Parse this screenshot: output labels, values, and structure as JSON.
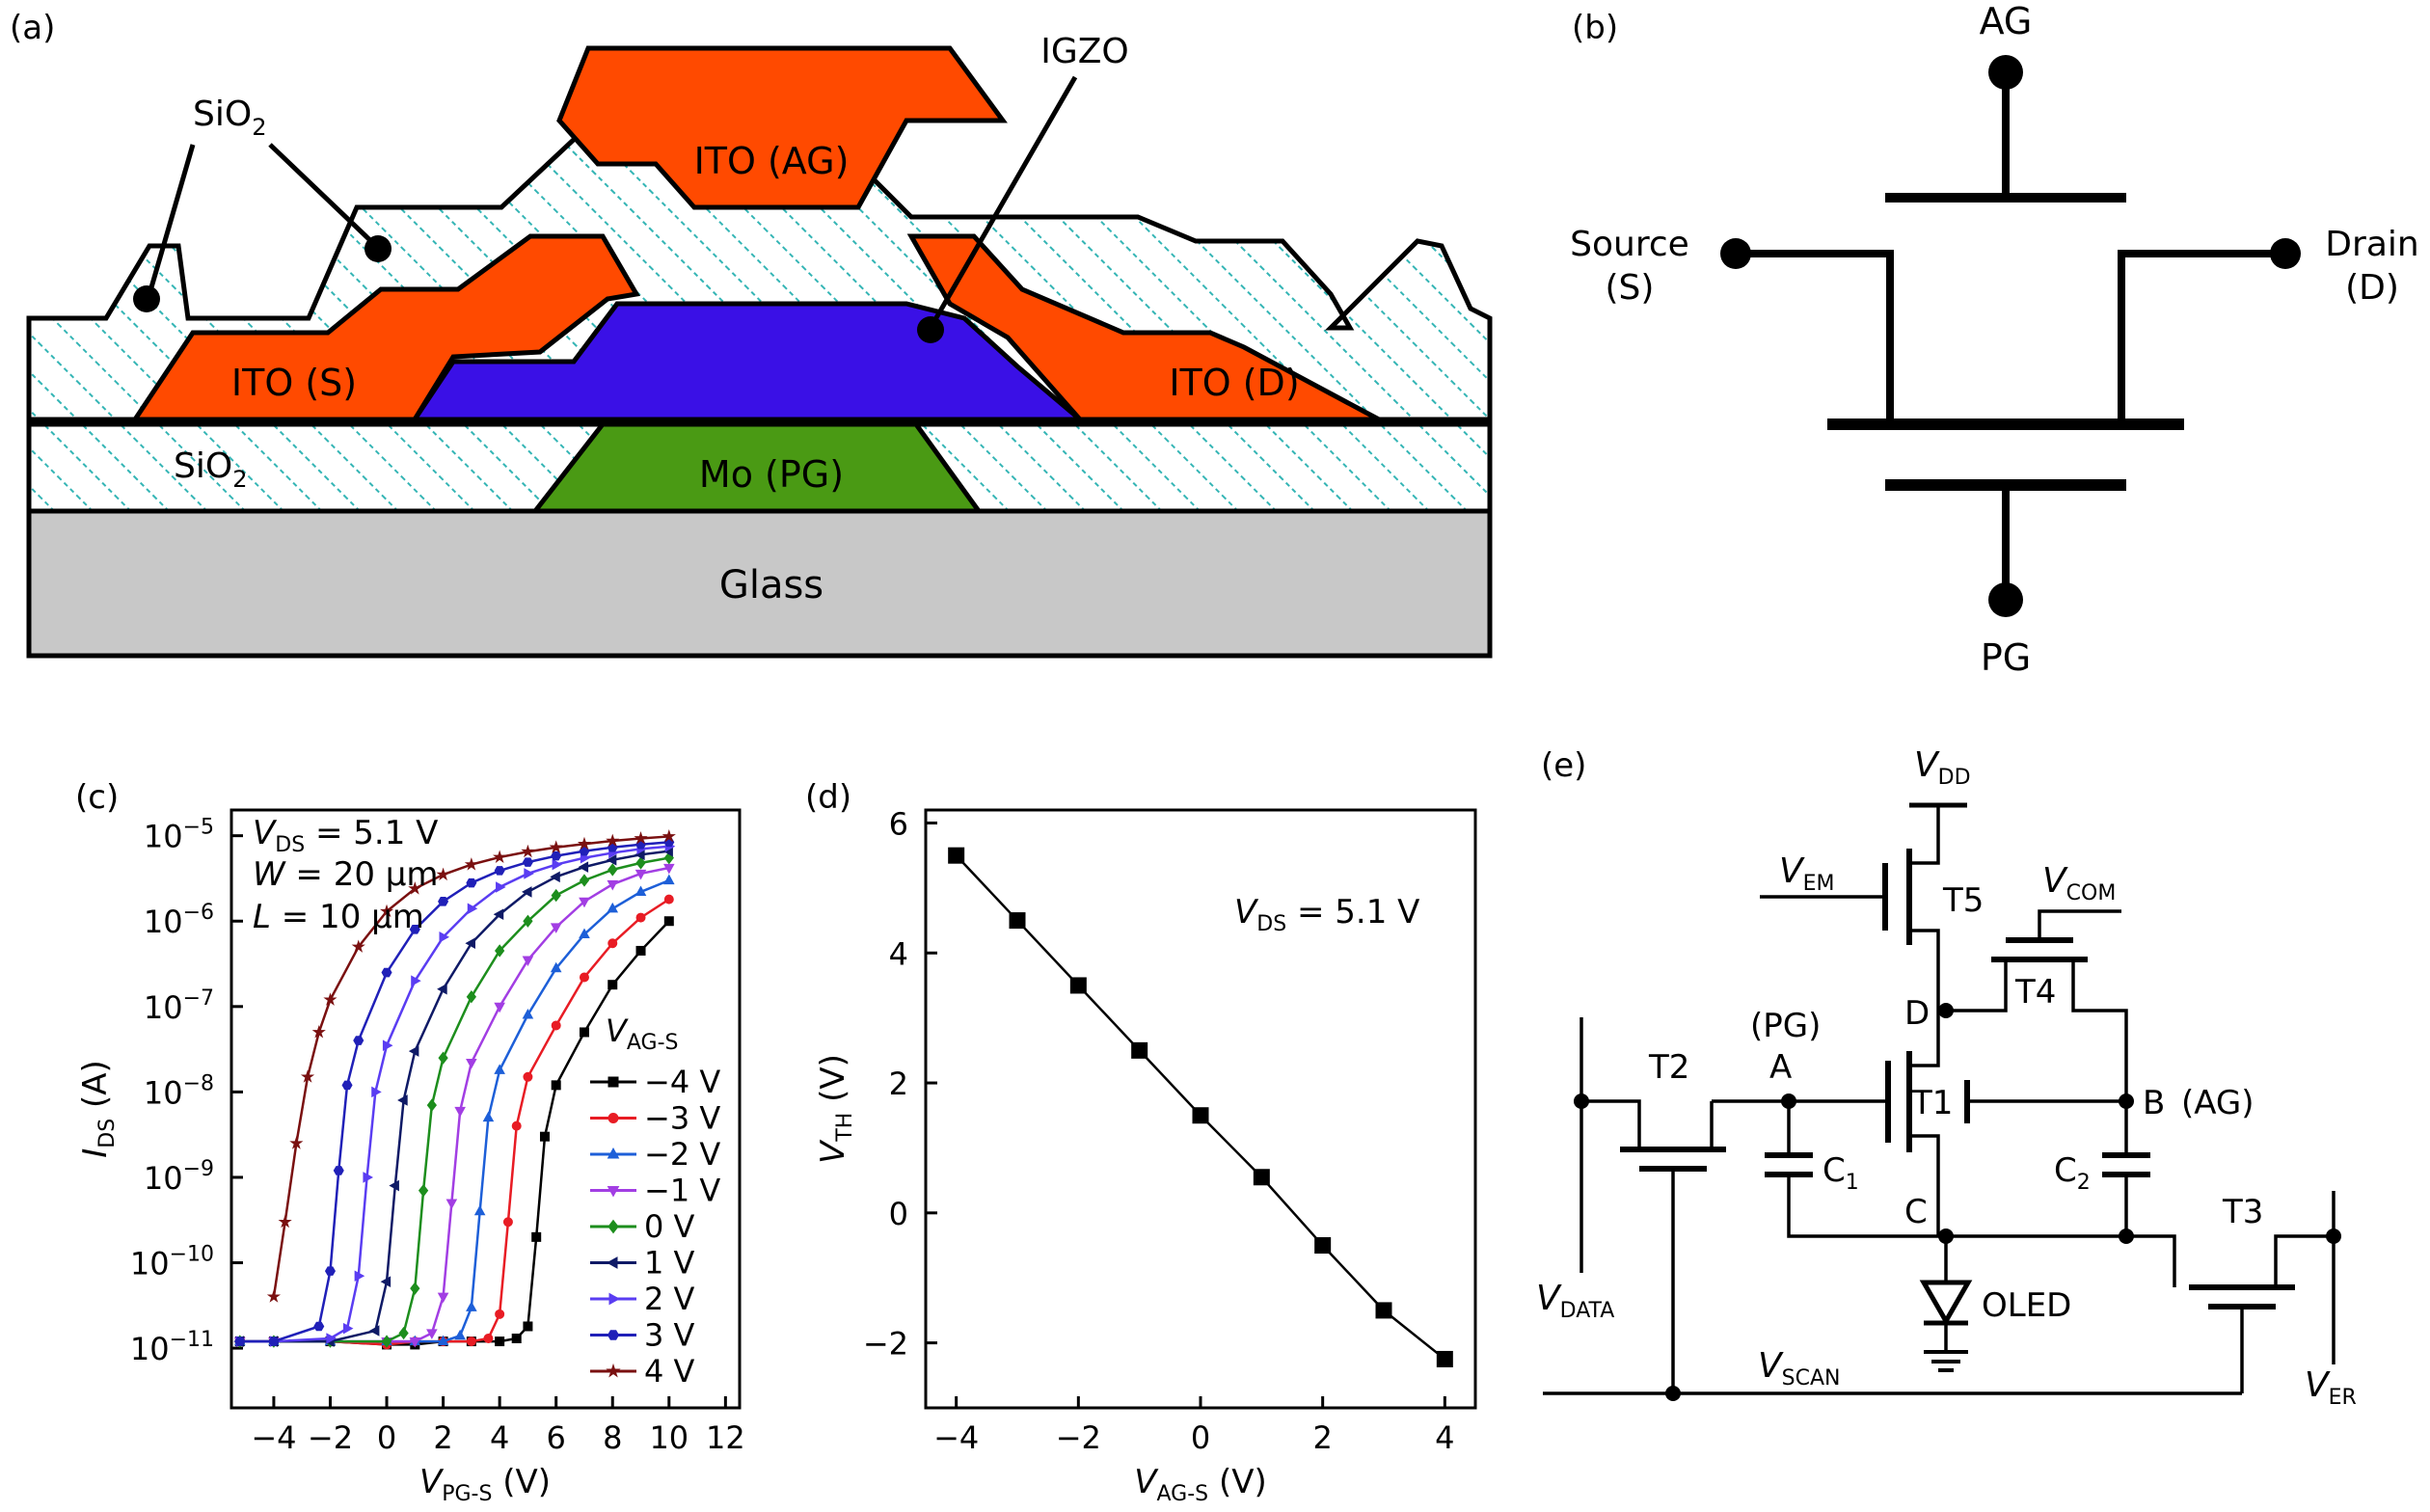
{
  "panels": {
    "a": {
      "label": "(a)",
      "glass": "Glass",
      "mo": "Mo (PG)",
      "ito_s": "ITO (S)",
      "ito_d": "ITO (D)",
      "ito_ag": "ITO (AG)",
      "igzo": "IGZO",
      "sio2_top": "SiO",
      "sio2_bottom": "SiO",
      "sub2": "2"
    },
    "b": {
      "label": "(b)",
      "ag": "AG",
      "pg": "PG",
      "source": "Source",
      "source_abbr": "(S)",
      "drain": "Drain",
      "drain_abbr": "(D)"
    },
    "c": {
      "label": "(c)",
      "xlabel_main": "V",
      "xlabel_sub": "PG-S",
      "xlabel_unit": " (V)",
      "ylabel_main": "I",
      "ylabel_sub": "DS",
      "ylabel_unit": " (A)",
      "legend_title_main": "V",
      "legend_title_sub": "AG-S",
      "cond_vds_main": "V",
      "cond_vds_sub": "DS",
      "cond_vds_val": " = 5.1 V",
      "cond_w_main": "W",
      "cond_w_val": " = 20 μm",
      "cond_l_main": "L",
      "cond_l_val": " = 10 μm"
    },
    "d": {
      "label": "(d)",
      "xlabel_main": "V",
      "xlabel_sub": "AG-S",
      "xlabel_unit": " (V)",
      "ylabel_main": "V",
      "ylabel_sub": "TH",
      "ylabel_unit": " (V)",
      "anno_main": "V",
      "anno_sub": "DS",
      "anno_val": " = 5.1 V"
    },
    "e": {
      "label": "(e)",
      "vdd": "V",
      "vdd_sub": "DD",
      "vem": "V",
      "vem_sub": "EM",
      "vcom": "V",
      "vcom_sub": "COM",
      "vdata": "V",
      "vdata_sub": "DATA",
      "vscan": "V",
      "vscan_sub": "SCAN",
      "ver": "V",
      "ver_sub": "ER",
      "t1": "T1",
      "t2": "T2",
      "t3": "T3",
      "t4": "T4",
      "t5": "T5",
      "node_a": "A",
      "node_b": "B",
      "node_c": "C",
      "node_d": "D",
      "pg_tag": "(PG)",
      "ag_tag": "(AG)",
      "c1": "C",
      "c1_sub": "1",
      "c2": "C",
      "c2_sub": "2",
      "oled": "OLED"
    }
  },
  "colors": {
    "ito": "#ff4a00",
    "igzo": "#3a10e6",
    "mo": "#4a9a14",
    "glass": "#c8c8c8",
    "hatch": "#34b5b5",
    "tag": "#2bc6d6"
  },
  "chart_data": [
    {
      "panel": "c",
      "type": "line",
      "y_scale": "log",
      "xlim": [
        -5.5,
        12.5
      ],
      "ylim": [
        2e-12,
        2e-05
      ],
      "x_ticks": [
        -4,
        -2,
        0,
        2,
        4,
        6,
        8,
        10,
        12
      ],
      "y_ticks": [
        {
          "value": 1e-11,
          "label": "10",
          "exp": "−11"
        },
        {
          "value": 1e-10,
          "label": "10",
          "exp": "−10"
        },
        {
          "value": 1e-09,
          "label": "10",
          "exp": "−9"
        },
        {
          "value": 1e-08,
          "label": "10",
          "exp": "−8"
        },
        {
          "value": 1e-07,
          "label": "10",
          "exp": "−7"
        },
        {
          "value": 1e-06,
          "label": "10",
          "exp": "−6"
        },
        {
          "value": 1e-05,
          "label": "10",
          "exp": "−5"
        }
      ],
      "legend_position": "right-middle",
      "series": [
        {
          "name": "−4 V",
          "color": "#000000",
          "marker": "square",
          "x": [
            -5.2,
            -4,
            -2,
            0,
            1,
            2,
            3,
            4,
            4.6,
            5.0,
            5.3,
            5.6,
            6,
            7,
            8,
            9,
            10
          ],
          "y": [
            1.2e-11,
            1.2e-11,
            1.2e-11,
            1.1e-11,
            1.1e-11,
            1.2e-11,
            1.2e-11,
            1.2e-11,
            1.3e-11,
            1.8e-11,
            2e-10,
            3e-09,
            1.2e-08,
            5e-08,
            1.8e-07,
            4.5e-07,
            1e-06
          ]
        },
        {
          "name": "−3 V",
          "color": "#e81c24",
          "marker": "circle",
          "x": [
            -5.2,
            -4,
            -2,
            0,
            1,
            2,
            3,
            3.6,
            4.0,
            4.3,
            4.6,
            5,
            6,
            7,
            8,
            9,
            10
          ],
          "y": [
            1.2e-11,
            1.2e-11,
            1.2e-11,
            1.1e-11,
            1.2e-11,
            1.2e-11,
            1.2e-11,
            1.3e-11,
            2.5e-11,
            3e-10,
            4e-09,
            1.5e-08,
            6e-08,
            2.2e-07,
            5.5e-07,
            1.1e-06,
            1.8e-06
          ]
        },
        {
          "name": "−2 V",
          "color": "#1d5fd8",
          "marker": "triangle",
          "x": [
            -5.2,
            -4,
            -2,
            0,
            1,
            2,
            2.6,
            3.0,
            3.3,
            3.6,
            4,
            5,
            6,
            7,
            8,
            9,
            10
          ],
          "y": [
            1.2e-11,
            1.2e-11,
            1.2e-11,
            1.2e-11,
            1.2e-11,
            1.2e-11,
            1.4e-11,
            3e-11,
            4e-10,
            5e-09,
            1.8e-08,
            8e-08,
            2.8e-07,
            7e-07,
            1.4e-06,
            2.2e-06,
            3e-06
          ]
        },
        {
          "name": "−1 V",
          "color": "#a23ee3",
          "marker": "triangle-down",
          "x": [
            -5.2,
            -4,
            -2,
            0,
            1,
            1.6,
            2.0,
            2.3,
            2.6,
            3,
            4,
            5,
            6,
            7,
            8,
            9,
            10
          ],
          "y": [
            1.2e-11,
            1.2e-11,
            1.2e-11,
            1.2e-11,
            1.2e-11,
            1.5e-11,
            4e-11,
            5e-10,
            6e-09,
            2.2e-08,
            1e-07,
            3.5e-07,
            8.5e-07,
            1.7e-06,
            2.7e-06,
            3.6e-06,
            4.2e-06
          ]
        },
        {
          "name": "0 V",
          "color": "#1d8e1d",
          "marker": "diamond",
          "x": [
            -5.2,
            -4,
            -2,
            0,
            0.6,
            1.0,
            1.3,
            1.6,
            2,
            3,
            4,
            5,
            6,
            7,
            8,
            9,
            10
          ],
          "y": [
            1.2e-11,
            1.2e-11,
            1.2e-11,
            1.2e-11,
            1.5e-11,
            5e-11,
            7e-10,
            7e-09,
            2.5e-08,
            1.3e-07,
            4.5e-07,
            1e-06,
            2e-06,
            3e-06,
            4e-06,
            4.8e-06,
            5.5e-06
          ]
        },
        {
          "name": "1 V",
          "color": "#0f1a66",
          "marker": "triangle-left",
          "x": [
            -5.2,
            -4,
            -2,
            -0.4,
            0,
            0.3,
            0.6,
            1,
            2,
            3,
            4,
            5,
            6,
            7,
            8,
            9,
            10
          ],
          "y": [
            1.2e-11,
            1.2e-11,
            1.2e-11,
            1.6e-11,
            6e-11,
            8e-10,
            8e-09,
            3e-08,
            1.6e-07,
            5.5e-07,
            1.2e-06,
            2.2e-06,
            3.3e-06,
            4.3e-06,
            5.2e-06,
            6e-06,
            6.6e-06
          ]
        },
        {
          "name": "2 V",
          "color": "#5a3df2",
          "marker": "triangle-right",
          "x": [
            -5.2,
            -4,
            -2,
            -1.4,
            -1.0,
            -0.7,
            -0.4,
            0,
            1,
            2,
            3,
            4,
            5,
            6,
            7,
            8,
            9,
            10
          ],
          "y": [
            1.2e-11,
            1.2e-11,
            1.3e-11,
            1.7e-11,
            7e-11,
            1e-09,
            1e-08,
            3.5e-08,
            2e-07,
            6.5e-07,
            1.4e-06,
            2.5e-06,
            3.6e-06,
            4.6e-06,
            5.5e-06,
            6.3e-06,
            7e-06,
            7.5e-06
          ]
        },
        {
          "name": "3 V",
          "color": "#2020b8",
          "marker": "hexagon",
          "x": [
            -5.2,
            -4,
            -2.4,
            -2.0,
            -1.7,
            -1.4,
            -1,
            0,
            1,
            2,
            3,
            4,
            5,
            6,
            7,
            8,
            9,
            10
          ],
          "y": [
            1.2e-11,
            1.2e-11,
            1.8e-11,
            8e-11,
            1.2e-09,
            1.2e-08,
            4e-08,
            2.5e-07,
            8e-07,
            1.7e-06,
            2.8e-06,
            3.9e-06,
            4.9e-06,
            5.8e-06,
            6.6e-06,
            7.3e-06,
            7.9e-06,
            8.4e-06
          ]
        },
        {
          "name": "4 V",
          "color": "#7a1010",
          "marker": "star",
          "x": [
            -4,
            -3.6,
            -3.2,
            -2.8,
            -2.4,
            -2,
            -1,
            0,
            1,
            2,
            3,
            4,
            5,
            6,
            7,
            8,
            9,
            10
          ],
          "y": [
            4e-11,
            3e-10,
            2.5e-09,
            1.5e-08,
            5e-08,
            1.2e-07,
            5e-07,
            1.3e-06,
            2.4e-06,
            3.5e-06,
            4.6e-06,
            5.6e-06,
            6.5e-06,
            7.3e-06,
            8e-06,
            8.7e-06,
            9.3e-06,
            9.8e-06
          ]
        }
      ]
    },
    {
      "panel": "d",
      "type": "line",
      "marker": "square",
      "xlim": [
        -4.5,
        4.5
      ],
      "ylim": [
        -3,
        6.2
      ],
      "x_ticks": [
        -4,
        -2,
        0,
        2,
        4
      ],
      "y_ticks": [
        -2,
        0,
        2,
        4,
        6
      ],
      "x": [
        -4,
        -3,
        -2,
        -1,
        0,
        1,
        2,
        3,
        4
      ],
      "y": [
        5.5,
        4.5,
        3.5,
        2.5,
        1.5,
        0.55,
        -0.5,
        -1.5,
        -2.25
      ]
    }
  ]
}
